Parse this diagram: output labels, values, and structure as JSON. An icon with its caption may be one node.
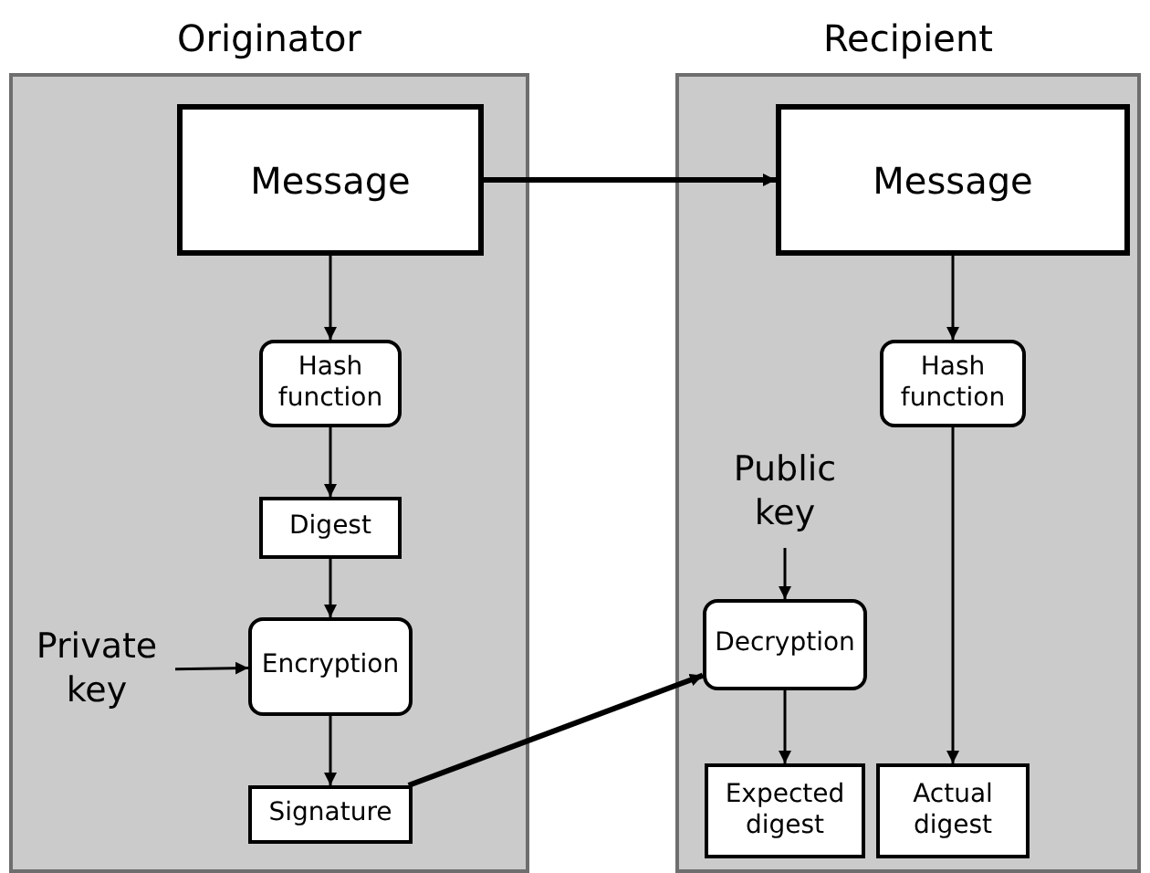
{
  "diagram": {
    "nodes": [
      {
        "text": [
          "Originator"
        ]
      },
      {
        "text": [
          "Message"
        ],
        "in": 0
      },
      {
        "text": [
          "Hash function"
        ],
        "in": 0
      },
      {
        "text": [
          "Digest"
        ],
        "in": 0
      },
      {
        "text": [
          "Encryption"
        ],
        "in": 0
      },
      {
        "text": [
          "Signature"
        ],
        "in": 0
      },
      {
        "text": [
          "Private key"
        ],
        "in": 0
      },
      {
        "text": [
          "Recipient"
        ]
      },
      {
        "text": [
          "Message"
        ],
        "in": 7
      },
      {
        "text": [
          "Hash function"
        ],
        "in": 7
      },
      {
        "text": [
          "Public key"
        ],
        "in": 7
      },
      {
        "text": [
          "Decryption"
        ],
        "in": 7
      },
      {
        "text": [
          "Expected digest"
        ],
        "in": 7
      },
      {
        "text": [
          "Actual digest"
        ],
        "in": 7
      }
    ],
    "edges": [
      {
        "from": 1,
        "to": 2,
        "arrow": "to"
      },
      {
        "from": 2,
        "to": 3,
        "arrow": "to"
      },
      {
        "from": 3,
        "to": 4,
        "arrow": "to"
      },
      {
        "from": 6,
        "to": 4,
        "arrow": "to"
      },
      {
        "from": 4,
        "to": 5,
        "arrow": "to"
      },
      {
        "from": 1,
        "to": 8,
        "arrow": "to",
        "style": "thick"
      },
      {
        "from": 5,
        "to": 11,
        "arrow": "to",
        "style": "thick"
      },
      {
        "from": 8,
        "to": 9,
        "arrow": "to"
      },
      {
        "from": 9,
        "to": 13,
        "arrow": "to"
      },
      {
        "from": 10,
        "to": 11,
        "arrow": "to"
      },
      {
        "from": 11,
        "to": 12,
        "arrow": "to"
      }
    ]
  }
}
